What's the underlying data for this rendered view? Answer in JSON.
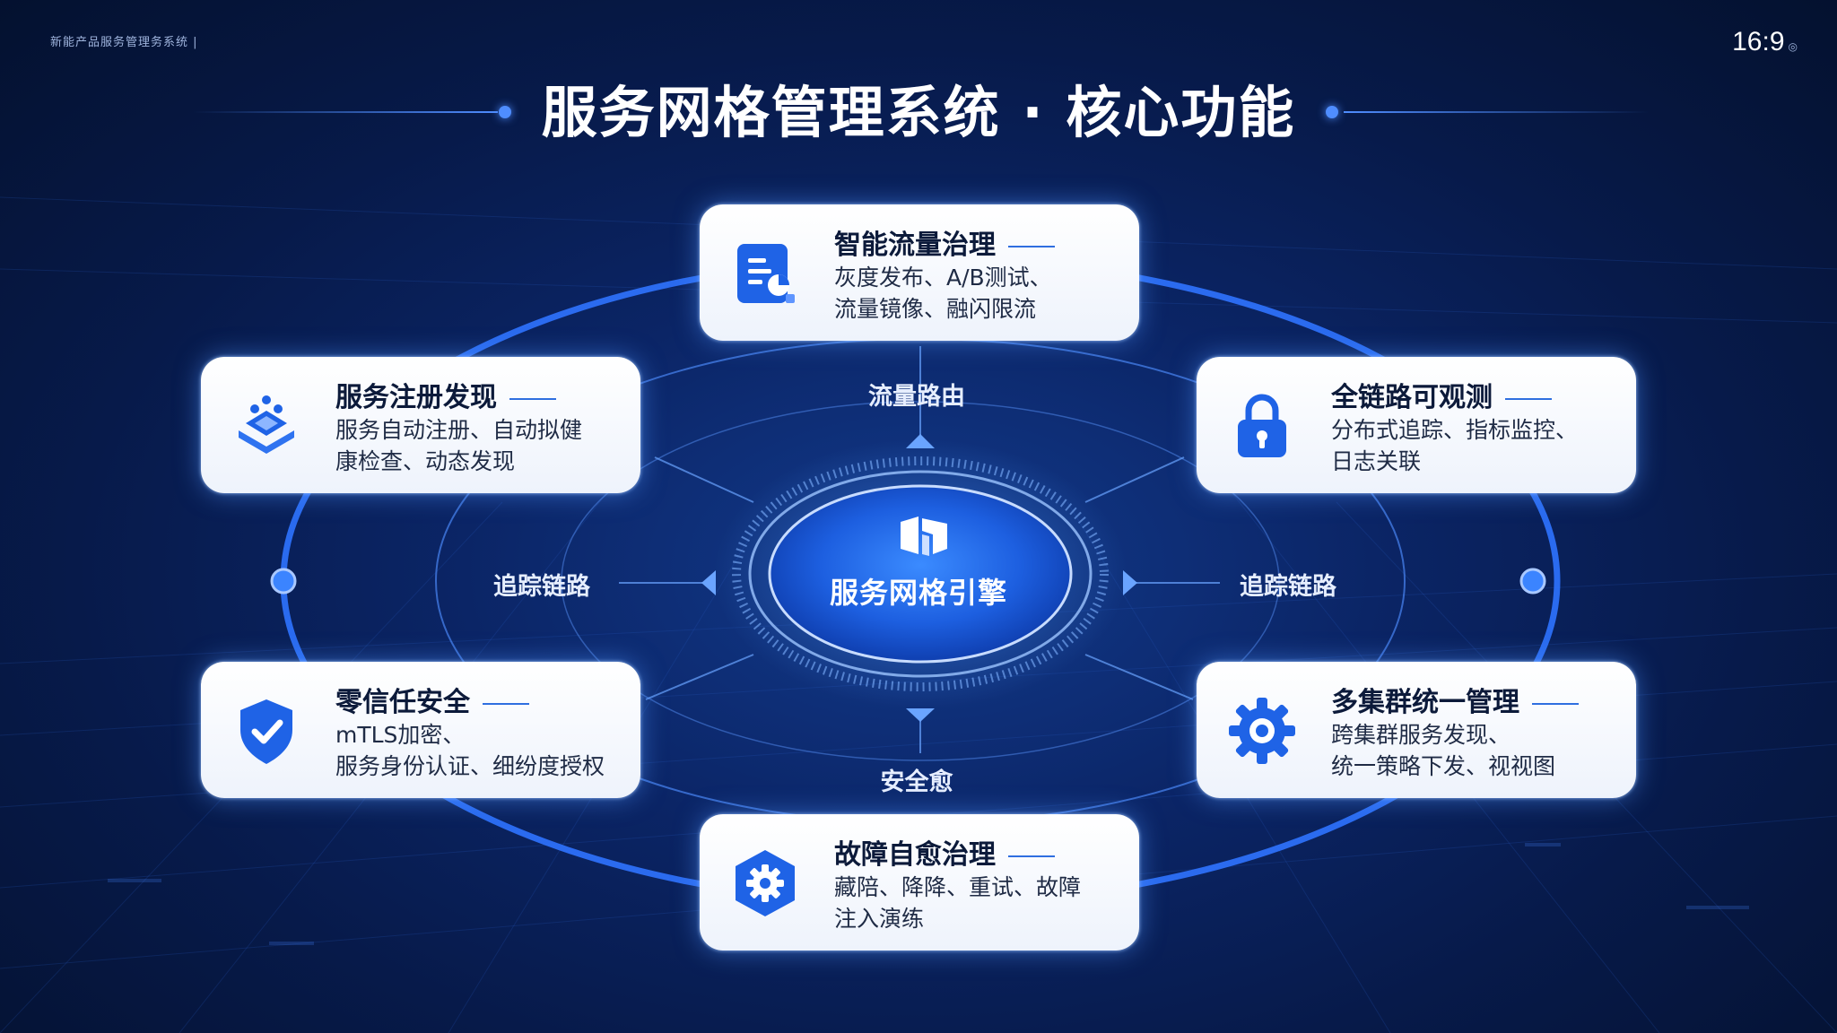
{
  "corner_note": "新能产品服务管理务系统 |",
  "ratio": {
    "main": "16:9",
    "suffix": "◎"
  },
  "title": "服务网格管理系统 · 核心功能",
  "hub": {
    "label": "服务网格引擎",
    "logo_icon": "mesh-logo-icon"
  },
  "ring_labels": {
    "top": "流量路由",
    "left": "追踪链路",
    "right": "追踪链路",
    "bottom": "安全愈"
  },
  "cards": [
    {
      "id": "traffic",
      "title": "智能流量治理",
      "desc": [
        "灰度发布、A/B测试、",
        "流量镜像、融闪限流"
      ],
      "icon": "document-chart-icon"
    },
    {
      "id": "registry",
      "title": "服务注册发现",
      "desc": [
        "服务自动注册、自动拟健",
        "康检查、动态发现"
      ],
      "icon": "layers-stack-icon"
    },
    {
      "id": "observe",
      "title": "全链路可观测",
      "desc": [
        "分布式追踪、指标监控、",
        "日志关联"
      ],
      "icon": "lock-icon"
    },
    {
      "id": "security",
      "title": "零信任安全",
      "desc": [
        "mTLS加密、",
        "服务身份认证、细纷度授权"
      ],
      "icon": "shield-check-icon"
    },
    {
      "id": "cluster",
      "title": "多集群统一管理",
      "desc": [
        "跨集群服务发现、",
        "统一策略下发、视视图"
      ],
      "icon": "gear-icon"
    },
    {
      "id": "healing",
      "title": "故障自愈治理",
      "desc": [
        "藏陪、降降、重试、故障",
        "注入演练"
      ],
      "icon": "hexagon-gear-icon"
    }
  ],
  "colors": {
    "accent": "#2f6fe0",
    "glow": "#4f8dff",
    "background": "#071a4a"
  }
}
